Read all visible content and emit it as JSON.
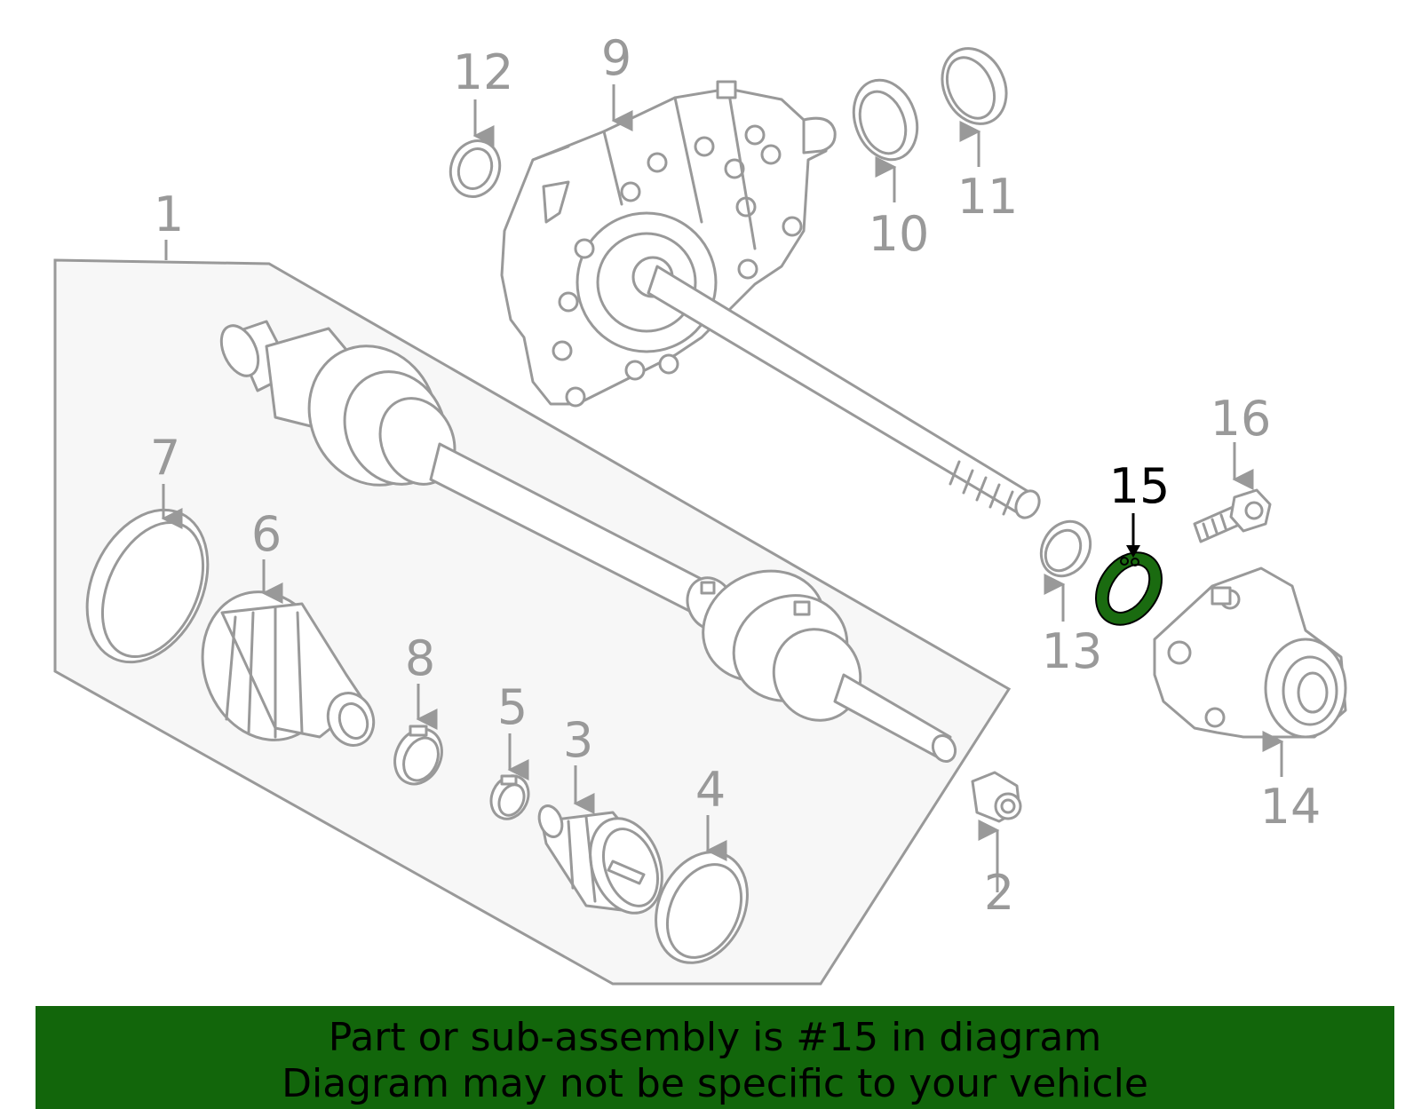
{
  "colors": {
    "line": "#999999",
    "highlight_part": "#1a6b10",
    "banner": "#12660b",
    "panel_fill": "#f7f7f7",
    "active_text": "#000000"
  },
  "callouts": {
    "c1": "1",
    "c2": "2",
    "c3": "3",
    "c4": "4",
    "c5": "5",
    "c6": "6",
    "c7": "7",
    "c8": "8",
    "c9": "9",
    "c10": "10",
    "c11": "11",
    "c12": "12",
    "c13": "13",
    "c14": "14",
    "c15": "15",
    "c16": "16"
  },
  "highlighted_part": "15",
  "banner": {
    "line1": "Part or sub-assembly is #15 in diagram",
    "line2": "Diagram may not be specific to your vehicle"
  }
}
